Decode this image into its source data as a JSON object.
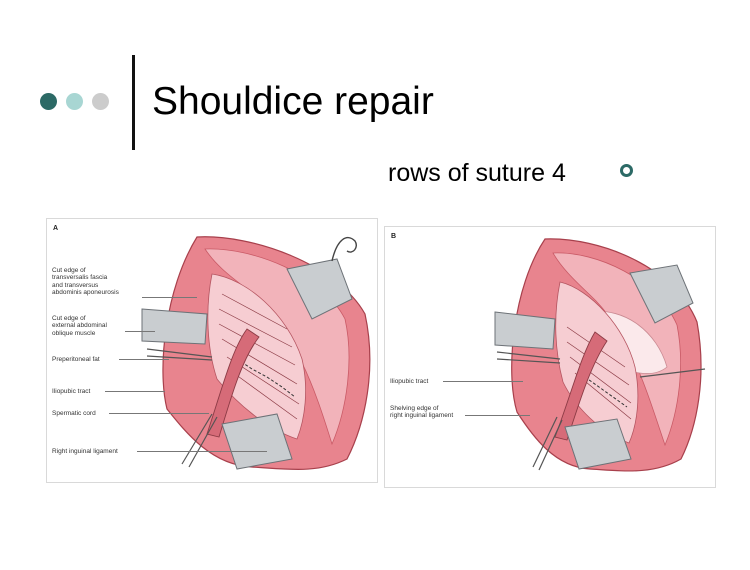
{
  "slide": {
    "title": "Shouldice repair",
    "subtitle": "rows of suture 4"
  },
  "bullets": [
    "#2c6a66",
    "#a8d6d3",
    "#cccccc"
  ],
  "figure_a": {
    "tag": "A",
    "labels": [
      "Cut edge of\ntransversalis fascia\nand transversus\nabdominis aponeurosis",
      "Cut edge of\nexternal abdominal\noblique muscle",
      "Preperitoneal fat",
      "Iliopubic tract",
      "Spermatic cord",
      "Right inguinal ligament"
    ]
  },
  "figure_b": {
    "tag": "B",
    "labels": [
      "Iliopubic tract",
      "Shelving edge of\nright inguinal ligament"
    ]
  },
  "colors": {
    "accent": "#2c6a66",
    "tissue": "#e8848e",
    "tissue_light": "#f2b3ba",
    "tissue_dark": "#c95a66",
    "retractor": "#c9cdd0"
  }
}
